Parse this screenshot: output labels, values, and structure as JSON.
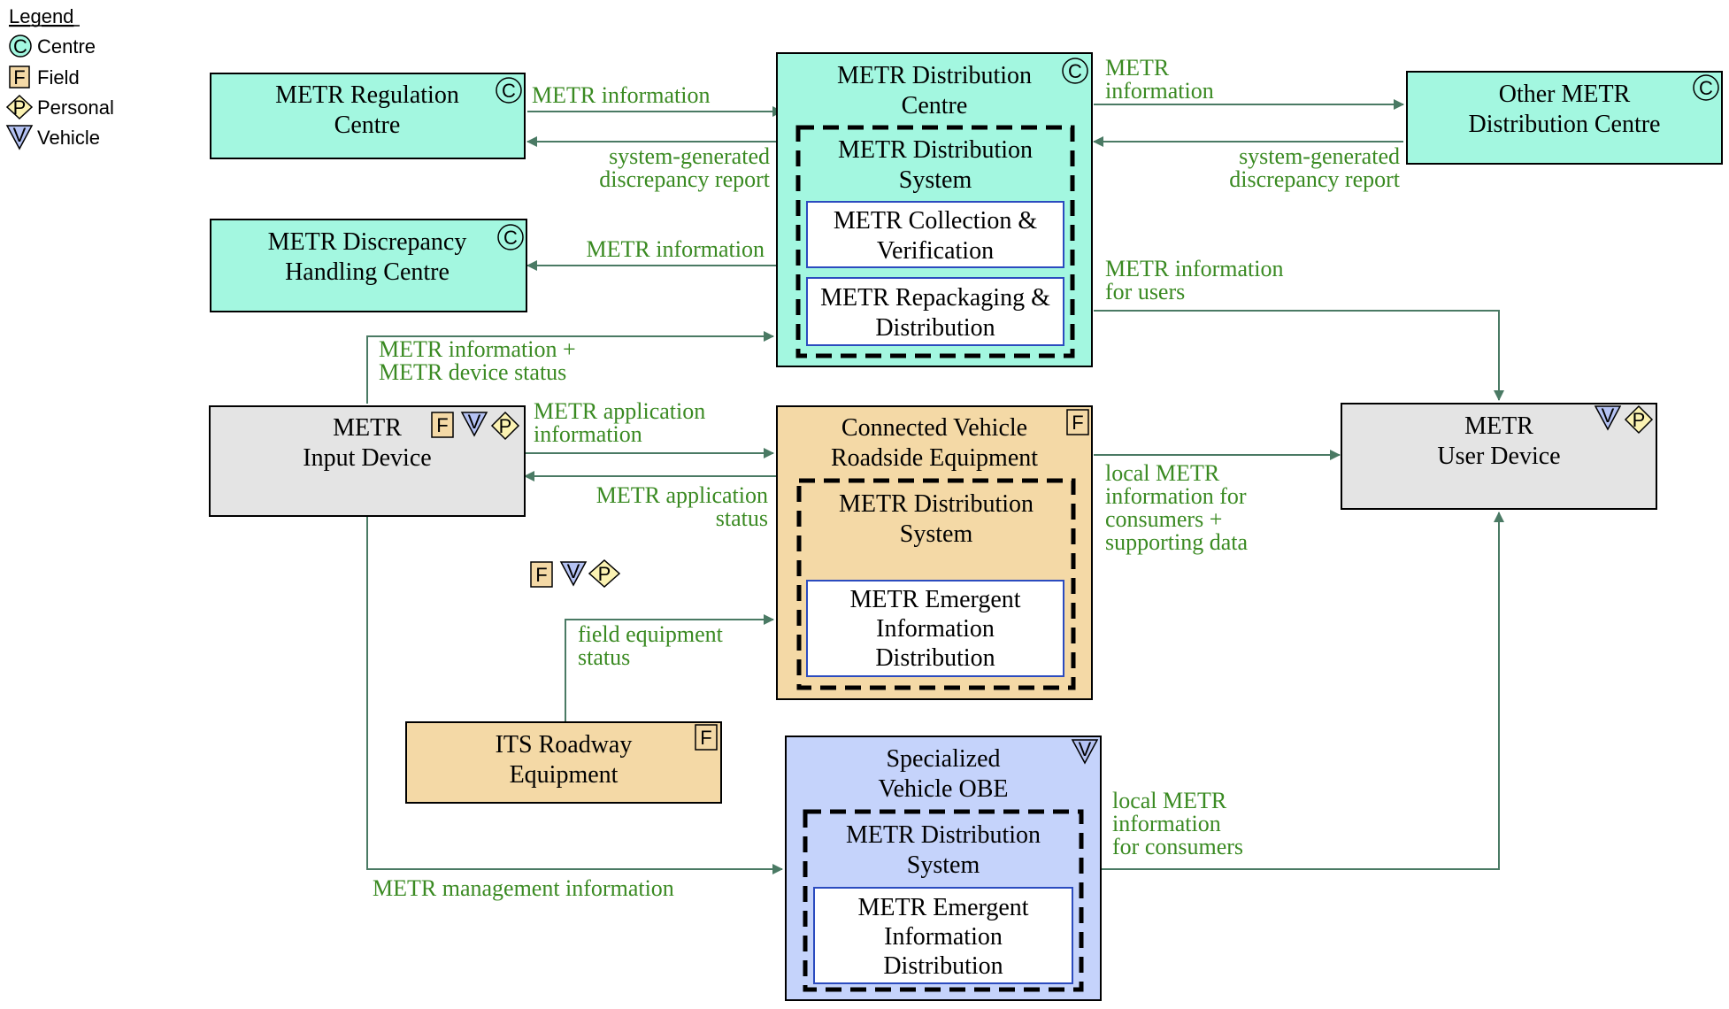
{
  "legend": {
    "title": "Legend",
    "items": [
      {
        "badge": "C",
        "label": "Centre"
      },
      {
        "badge": "F",
        "label": "Field"
      },
      {
        "badge": "P",
        "label": "Personal"
      },
      {
        "badge": "V",
        "label": "Vehicle"
      }
    ]
  },
  "colors": {
    "centre": "#a3f7e0",
    "field": "#f4d9a6",
    "personal": "#e4e4e4",
    "vehicle": "#c5d3fb",
    "inner": "#ffffff",
    "flow_text": "#3a8a22",
    "flow_line": "#4a7a64",
    "badge_vehicle": "#b4c2f3",
    "badge_personal": "#fbf2b2"
  },
  "boxes": {
    "regulation": {
      "lines": [
        "METR Regulation",
        "Centre"
      ],
      "badge": "C"
    },
    "discrepancy": {
      "lines": [
        "METR Discrepancy",
        "Handling Centre"
      ],
      "badge": "C"
    },
    "distribution_centre": {
      "lines": [
        "METR Distribution",
        "Centre"
      ],
      "badge": "C",
      "system": [
        "METR Distribution",
        "System"
      ],
      "modules": [
        [
          "METR Collection &",
          "Verification"
        ],
        [
          "METR Repackaging &",
          "Distribution"
        ]
      ]
    },
    "other_centre": {
      "lines": [
        "Other METR",
        "Distribution Centre"
      ],
      "badge": "C"
    },
    "input_device": {
      "lines": [
        "METR",
        "Input Device"
      ],
      "badges": [
        "F",
        "V",
        "P"
      ]
    },
    "cv_rse": {
      "lines": [
        "Connected Vehicle",
        "Roadside Equipment"
      ],
      "badge": "F",
      "system": [
        "METR Distribution",
        "System"
      ],
      "module": [
        "METR Emergent",
        "Information",
        "Distribution"
      ]
    },
    "user_device": {
      "lines": [
        "METR",
        "User Device"
      ],
      "badges": [
        "V",
        "P"
      ]
    },
    "its_roadway": {
      "lines": [
        "ITS Roadway",
        "Equipment"
      ],
      "badge": "F"
    },
    "obe": {
      "lines": [
        "Specialized",
        "Vehicle OBE"
      ],
      "badge": "V",
      "system": [
        "METR Distribution",
        "System"
      ],
      "module": [
        "METR Emergent",
        "Information",
        "Distribution"
      ]
    },
    "floating_badges": [
      "F",
      "V",
      "P"
    ]
  },
  "flows": {
    "reg_to_dist": [
      "METR information"
    ],
    "dist_to_reg": [
      "system-generated",
      "discrepancy report"
    ],
    "dist_to_disc": [
      "METR information"
    ],
    "dist_to_other": [
      "METR",
      "information"
    ],
    "other_to_dist": [
      "system-generated",
      "discrepancy report"
    ],
    "dist_to_user": [
      "METR information",
      "for users"
    ],
    "input_to_dist": [
      "METR information +",
      "METR device status"
    ],
    "input_to_rse": [
      "METR application",
      "information"
    ],
    "rse_to_input": [
      "METR application",
      "status"
    ],
    "rse_to_user": [
      "local METR",
      "information for",
      "consumers +",
      "supporting data"
    ],
    "roadway_to_rse": [
      "field equipment",
      "status"
    ],
    "input_to_obe": [
      "METR management information"
    ],
    "obe_to_user": [
      "local METR",
      "information",
      "for consumers"
    ]
  }
}
